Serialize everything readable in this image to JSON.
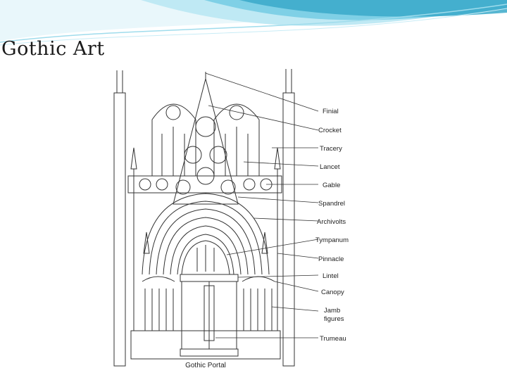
{
  "slide": {
    "title": "Gothic Art"
  },
  "diagram": {
    "caption": "Gothic Portal",
    "labels": [
      {
        "id": "finial",
        "text": "Finial"
      },
      {
        "id": "crocket",
        "text": "Crocket"
      },
      {
        "id": "tracery",
        "text": "Tracery"
      },
      {
        "id": "lancet",
        "text": "Lancet"
      },
      {
        "id": "gable",
        "text": "Gable"
      },
      {
        "id": "spandrel",
        "text": "Spandrel"
      },
      {
        "id": "archivolts",
        "text": "Archivolts"
      },
      {
        "id": "tympanum",
        "text": "Tympanum"
      },
      {
        "id": "pinnacle",
        "text": "Pinnacle"
      },
      {
        "id": "lintel",
        "text": "Lintel"
      },
      {
        "id": "canopy",
        "text": "Canopy"
      },
      {
        "id": "jamb_line1",
        "text": "Jamb"
      },
      {
        "id": "jamb_line2",
        "text": "figures"
      },
      {
        "id": "trumeau",
        "text": "Trumeau"
      }
    ]
  },
  "colors": {
    "wave_light": "#cdeef7",
    "wave_mid": "#7fd0e6",
    "wave_dark": "#3aa9c9",
    "line": "#333333"
  }
}
